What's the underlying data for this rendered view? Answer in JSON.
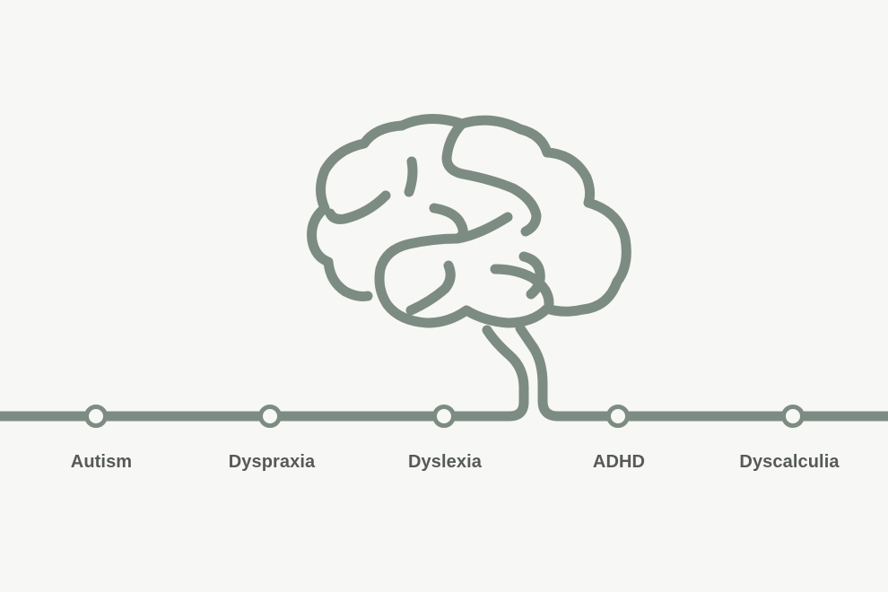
{
  "colors": {
    "background": "#f7f7f6",
    "line": "#7d8c83",
    "label_text": "#555a58"
  },
  "timeline": {
    "nodes": [
      {
        "label": "Autism"
      },
      {
        "label": "Dyspraxia"
      },
      {
        "label": "Dyslexia"
      },
      {
        "label": "ADHD"
      },
      {
        "label": "Dyscalculia"
      }
    ]
  },
  "illustration": {
    "icon": "brain-icon"
  }
}
